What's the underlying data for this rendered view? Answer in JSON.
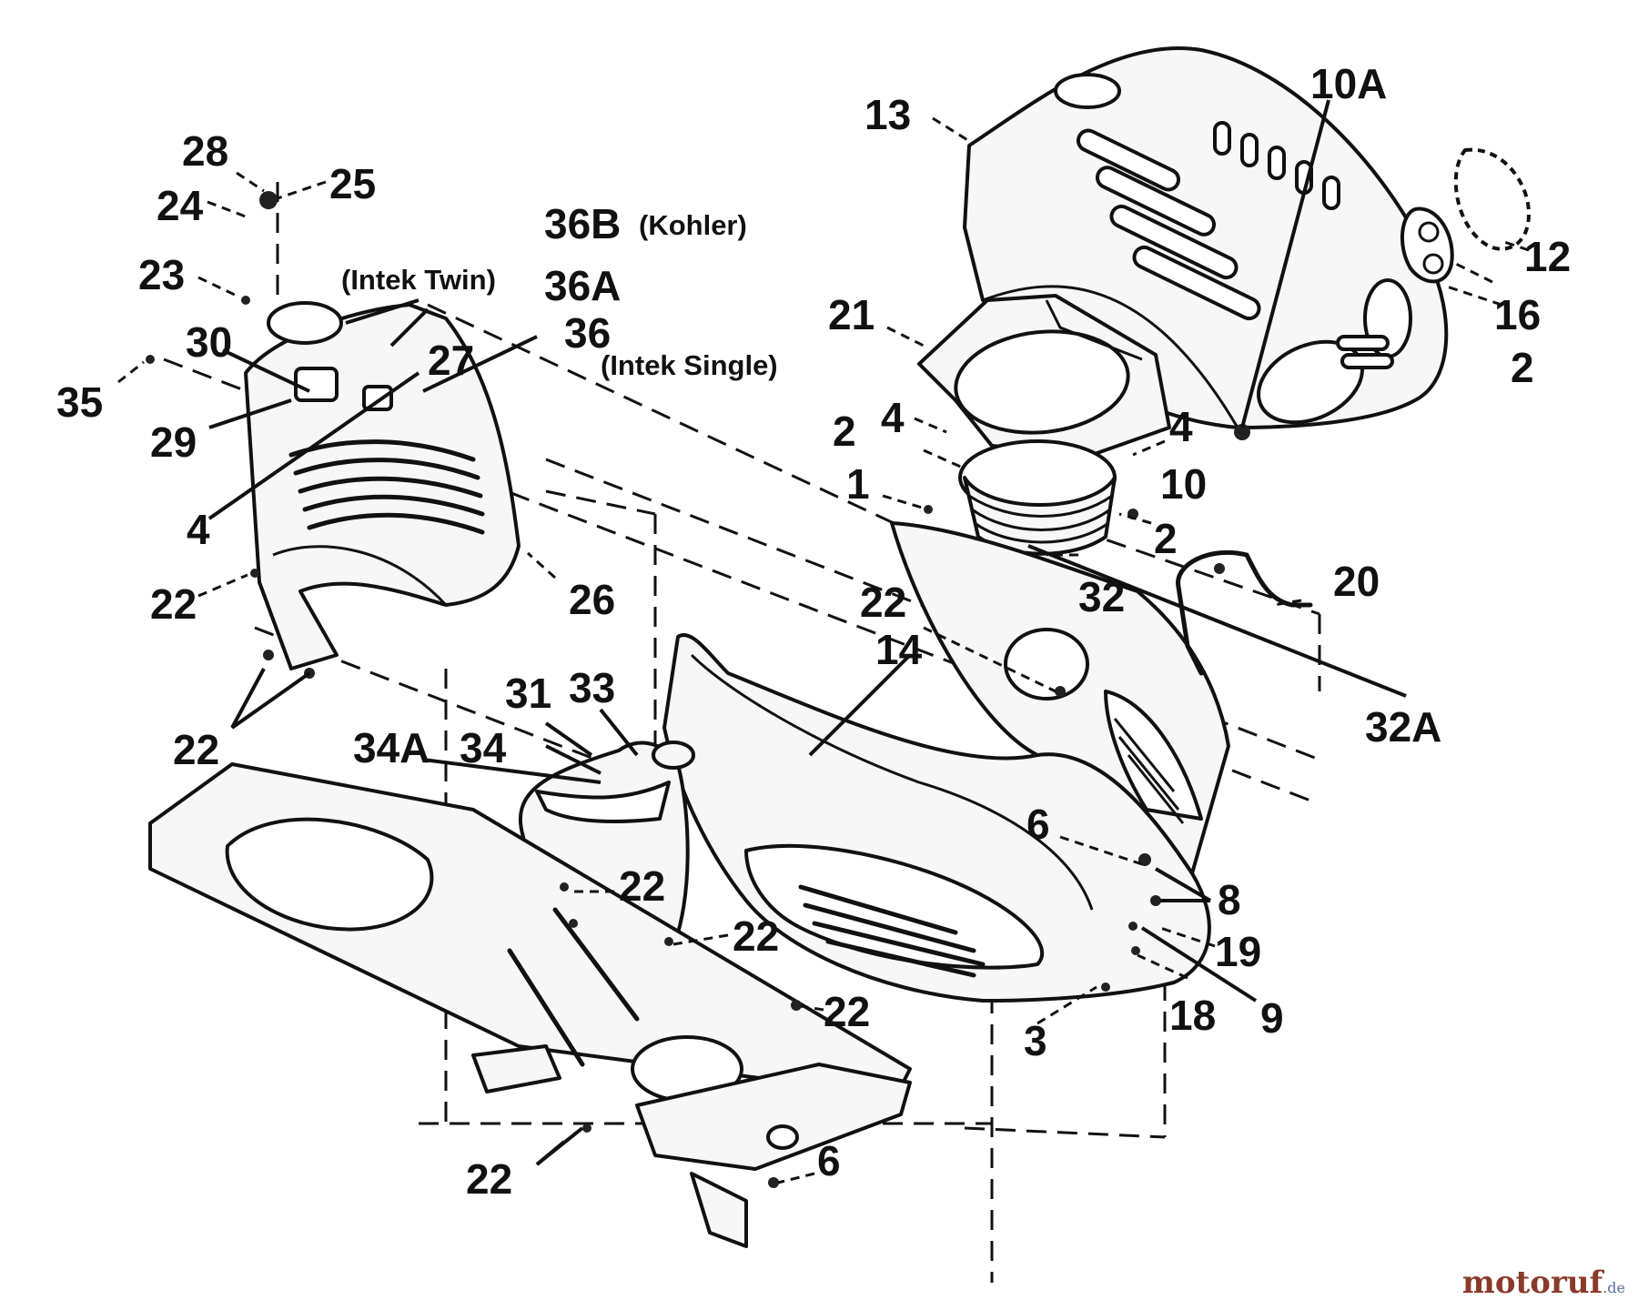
{
  "callouts": {
    "c28": "28",
    "c24": "24",
    "c25": "25",
    "c23": "23",
    "c35": "35",
    "c30": "30",
    "c29": "29",
    "c27": "27",
    "c4a": "4",
    "c36": "36",
    "c36a": "36A",
    "c36b": "36B",
    "c22a": "22",
    "c26": "26",
    "c22b": "22",
    "c31": "31",
    "c33": "33",
    "c34a": "34A",
    "c34": "34",
    "c22c": "22",
    "c22d": "22",
    "c22e": "22",
    "c22f": "22",
    "c6a": "6",
    "c13": "13",
    "c10a": "10A",
    "c12": "12",
    "c16": "16",
    "c2a": "2",
    "c21": "21",
    "c4b": "4",
    "c4c": "4",
    "c2b": "2",
    "c10": "10",
    "c1": "1",
    "c2c": "2",
    "c32": "32",
    "c20": "20",
    "c22g": "22",
    "c14": "14",
    "c32a": "32A",
    "c6b": "6",
    "c8": "8",
    "c19": "19",
    "c18": "18",
    "c9": "9",
    "c3": "3"
  },
  "notes": {
    "kohler": "(Kohler)",
    "intek_twin": "(Intek Twin)",
    "intek_single": "(Intek Single)"
  },
  "watermark": {
    "name": "motoruf",
    "tld": ".de"
  }
}
